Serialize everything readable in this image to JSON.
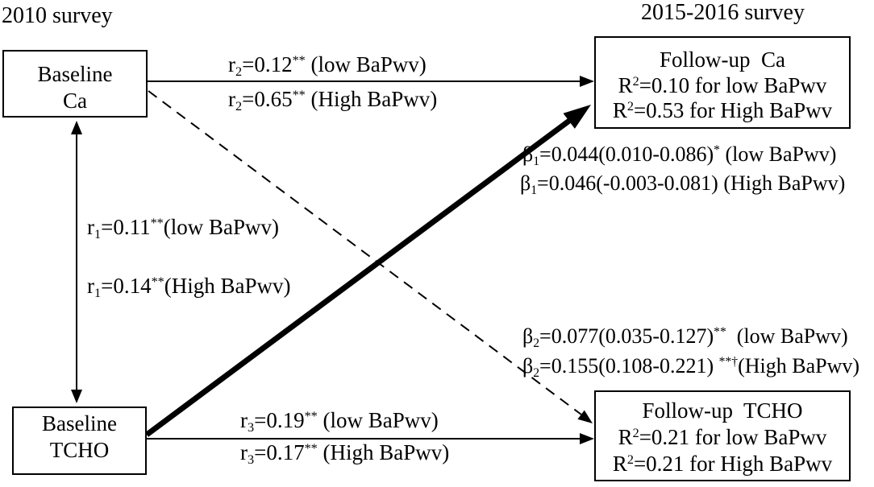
{
  "headers": {
    "baseline_survey": "2010 survey",
    "followup_survey": "2015-2016 survey"
  },
  "boxes": {
    "baseline_ca": {
      "line1": "Baseline",
      "line2": "Ca"
    },
    "baseline_tcho": {
      "line1": "Baseline",
      "line2": "TCHO"
    },
    "followup_ca": {
      "title": "Follow-up  Ca",
      "stats": [
        {
          "base": "R",
          "sup": "2",
          "text": "=0.10 for low BaPwv"
        },
        {
          "base": "R",
          "sup": "2",
          "text": "=0.53 for High BaPwv"
        }
      ]
    },
    "followup_tcho": {
      "title": "Follow-up  TCHO",
      "stats": [
        {
          "base": "R",
          "sup": "2",
          "text": "=0.21 for low BaPwv"
        },
        {
          "base": "R",
          "sup": "2",
          "text": "=0.21 for High BaPwv"
        }
      ]
    }
  },
  "paths": {
    "r1": [
      {
        "symbol": "r",
        "sub": "1",
        "value": "=0.11",
        "sig": "**",
        "group": "(low BaPwv)"
      },
      {
        "symbol": "r",
        "sub": "1",
        "value": "=0.14",
        "sig": "**",
        "group": "(High BaPwv)"
      }
    ],
    "r2": [
      {
        "symbol": "r",
        "sub": "2",
        "value": "=0.12",
        "sig": "**",
        "group": " (low BaPwv)"
      },
      {
        "symbol": "r",
        "sub": "2",
        "value": "=0.65",
        "sig": "**",
        "group": " (High BaPwv)"
      }
    ],
    "r3": [
      {
        "symbol": "r",
        "sub": "3",
        "value": "=0.19",
        "sig": "**",
        "group": " (low BaPwv)"
      },
      {
        "symbol": "r",
        "sub": "3",
        "value": "=0.17",
        "sig": "**",
        "group": " (High BaPwv)"
      }
    ],
    "beta1": [
      {
        "symbol": "β",
        "sub": "1",
        "value": "=0.044(0.010-0.086)",
        "sig": "*",
        "group": " (low BaPwv)"
      },
      {
        "symbol": "β",
        "sub": "1",
        "value": "=0.046(-0.003-0.081)",
        "group": " (High BaPwv)"
      }
    ],
    "beta2": [
      {
        "symbol": "β",
        "sub": "2",
        "value": "=0.077(0.035-0.127)",
        "sig": "**",
        "group": "  (low BaPwv)"
      },
      {
        "symbol": "β",
        "sub": "2",
        "value": "=0.155(0.108-0.221) ",
        "sig": "**†",
        "group": "(High BaPwv)"
      }
    ]
  }
}
